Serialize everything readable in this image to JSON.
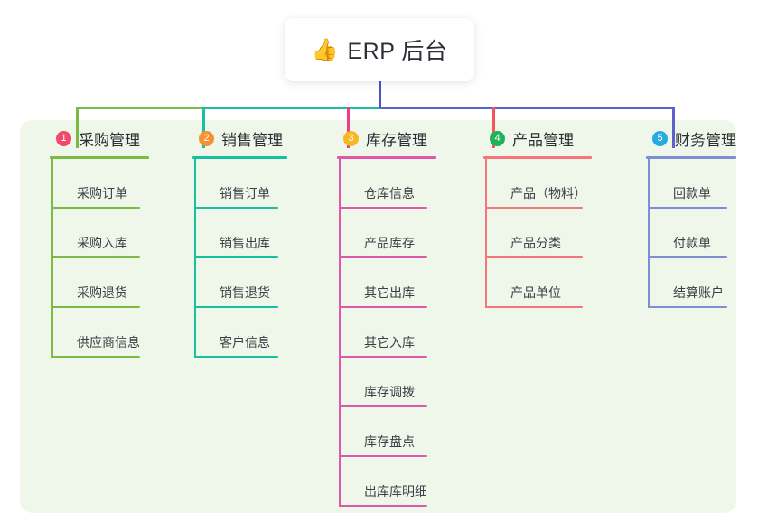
{
  "root": {
    "emoji": "👍",
    "emoji_name": "thumbs-up-icon",
    "title": "ERP 后台"
  },
  "colors": {
    "panel_bg": "#eef7e9",
    "card_bg": "#ffffff",
    "text": "#2c2f36",
    "trunk_blue": "#4a53c4",
    "bus_green": "#7bbb45",
    "bus_teal": "#16c0a0",
    "bus_blue": "#5b62cf",
    "drop_pink": "#ea3f86",
    "drop_salmon": "#f4565a"
  },
  "columns": [
    {
      "number": "1",
      "badge_color": "#f2496a",
      "title": "采购管理",
      "line_color": "#7bbb45",
      "items": [
        "采购订单",
        "采购入库",
        "采购退货",
        "供应商信息"
      ]
    },
    {
      "number": "2",
      "badge_color": "#f79032",
      "title": "销售管理",
      "line_color": "#16c0a0",
      "items": [
        "销售订单",
        "销售出库",
        "销售退货",
        "客户信息"
      ]
    },
    {
      "number": "3",
      "badge_color": "#f5b722",
      "title": "库存管理",
      "line_color": "#e058a8",
      "items": [
        "仓库信息",
        "产品库存",
        "其它出库",
        "其它入库",
        "库存调拨",
        "库存盘点",
        "出库库明细"
      ]
    },
    {
      "number": "4",
      "badge_color": "#1eb356",
      "title": "产品管理",
      "line_color": "#f4767a",
      "items": [
        "产品（物料）",
        "产品分类",
        "产品单位"
      ]
    },
    {
      "number": "5",
      "badge_color": "#27a9e1",
      "title": "财务管理",
      "line_color": "#7e8ed4",
      "items": [
        "回款单",
        "付款单",
        "结算账户"
      ]
    }
  ]
}
